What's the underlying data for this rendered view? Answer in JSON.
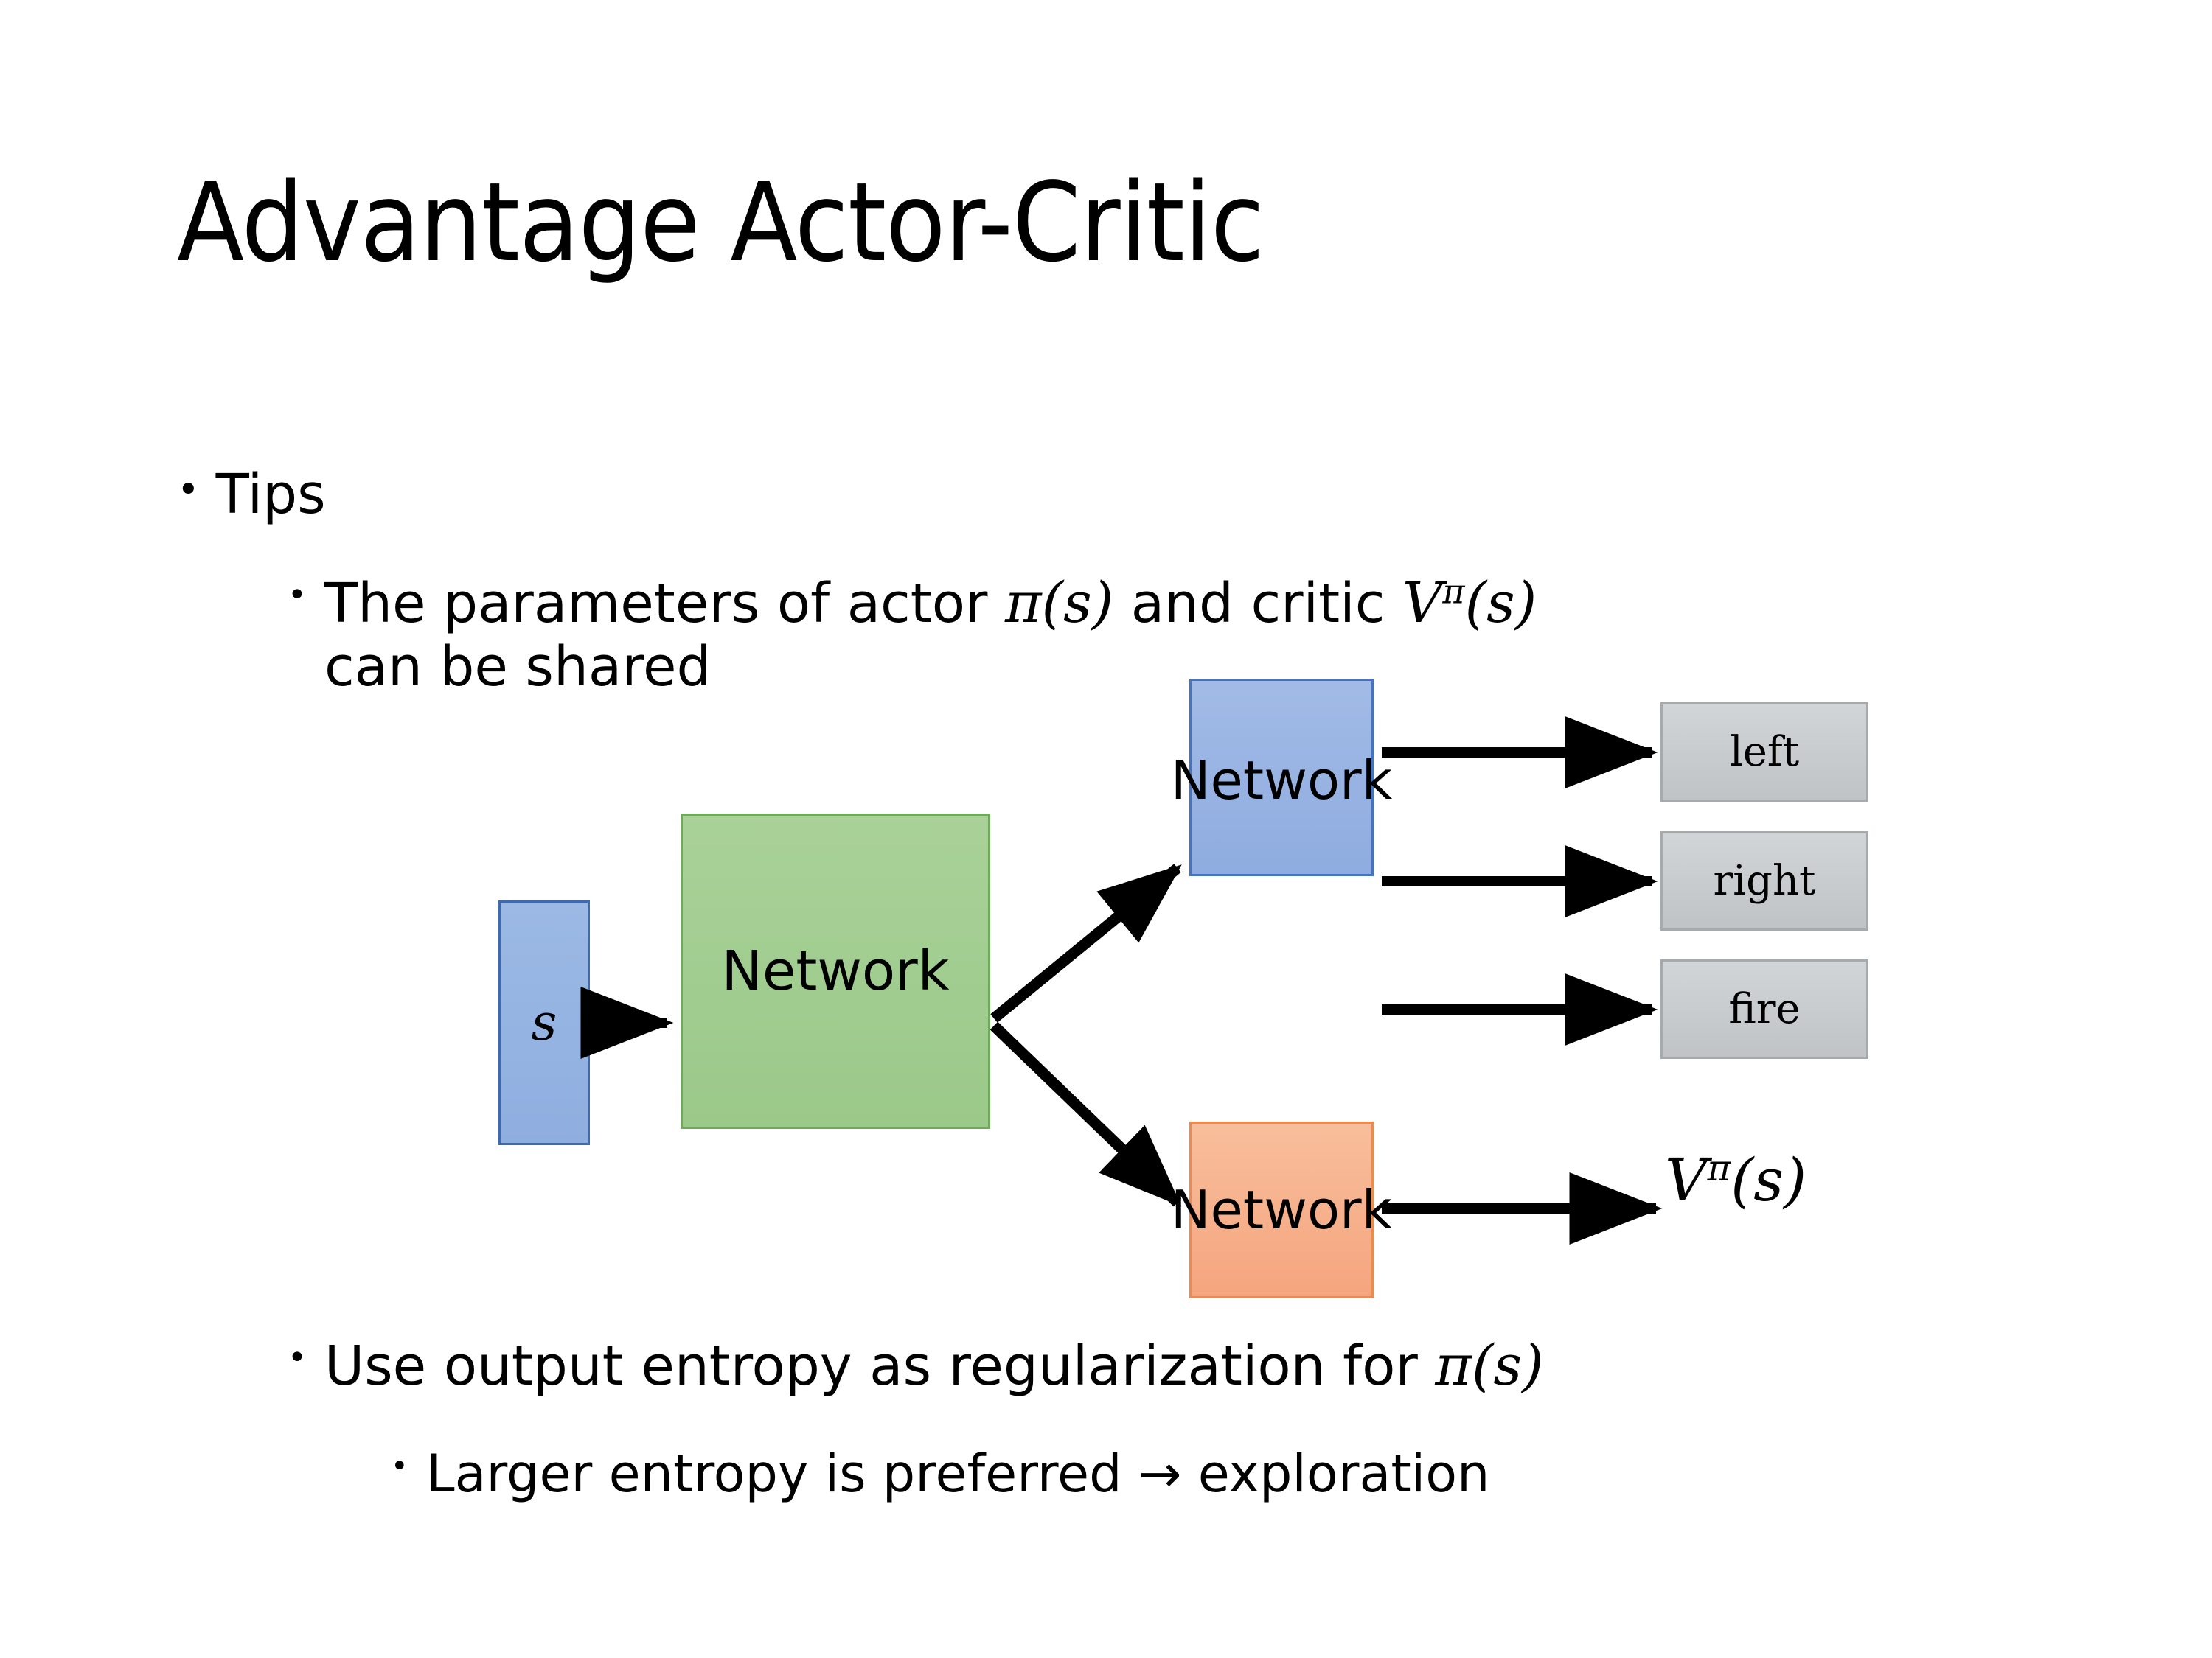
{
  "slide": {
    "title": "Advantage Actor-Critic",
    "background": "#ffffff"
  },
  "bullets": {
    "tips": {
      "marker": "•",
      "text": "Tips"
    },
    "shared_params": {
      "marker": "•",
      "line1_pre": "The parameters of actor ",
      "math_pi": "π(s)",
      "line1_mid": "  and critic ",
      "math_v_base": "V",
      "math_v_sup": "π",
      "math_v_arg": "(s)",
      "line2": "can be shared"
    },
    "entropy": {
      "marker": "•",
      "text_pre": "Use output entropy as regularization for ",
      "math_pi": "π(s)"
    },
    "larger_entropy": {
      "marker": "•",
      "text": "Larger entropy is preferred → exploration"
    }
  },
  "diagram": {
    "input_box": {
      "label": "s",
      "fill": "#95B3E0",
      "border": "#3E6AB0"
    },
    "shared_network": {
      "label": "Network",
      "fill": "#9FCC8C",
      "border": "#6FA95C"
    },
    "actor_network": {
      "label": "Network",
      "fill": "#95B3E0",
      "border": "#4472C4"
    },
    "critic_network": {
      "label": "Network",
      "fill": "#F7B08A",
      "border": "#ED8B4E"
    },
    "action_outputs": [
      {
        "label": "left",
        "fill": "#C8CBCE",
        "border": "#A6AAAD"
      },
      {
        "label": "right",
        "fill": "#C8CBCE",
        "border": "#A6AAAD"
      },
      {
        "label": "fire",
        "fill": "#C8CBCE",
        "border": "#A6AAAD"
      }
    ],
    "value_output": {
      "base": "V",
      "sup": "π",
      "arg": "(s)"
    },
    "arrow_color": "#000000"
  }
}
